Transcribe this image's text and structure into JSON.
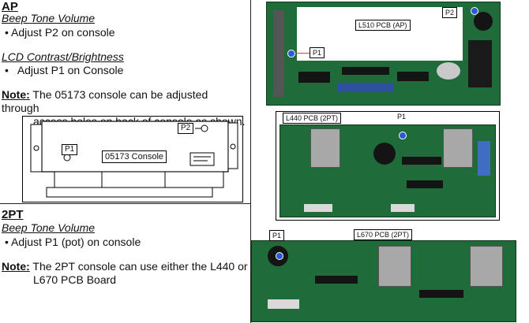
{
  "ap": {
    "title": "AP",
    "beep_label": "Beep Tone Volume",
    "beep_item": "Adjust P2 on console",
    "lcd_label": "LCD Contrast/Brightness",
    "lcd_item": "Adjust P1 on Console",
    "note_label": "Note:",
    "note_text": "The 05173 console can be adjusted through",
    "note_text2": "access holes on back of console as shown."
  },
  "console": {
    "label": "05173 Console",
    "p1": "P1",
    "p2": "P2"
  },
  "twopt": {
    "title": "2PT",
    "beep_label": "Beep Tone Volume",
    "beep_item": "Adjust P1 (pot) on console",
    "note_label": "Note:",
    "note_text": "The 2PT console can use either the L440 or",
    "note_text2": "L670 PCB Board"
  },
  "boards": {
    "l510": {
      "label": "L510 PCB (AP)",
      "p1": "P1",
      "p2": "P2"
    },
    "l440": {
      "label": "L440 PCB (2PT)",
      "p1": "P1"
    },
    "l670": {
      "label": "L670 PCB (2PT)",
      "p1": "P1"
    }
  },
  "colors": {
    "pcb_green": "#1f6b3a",
    "pot_blue": "#2a5bd4",
    "leader_red": "#e03b3b"
  }
}
